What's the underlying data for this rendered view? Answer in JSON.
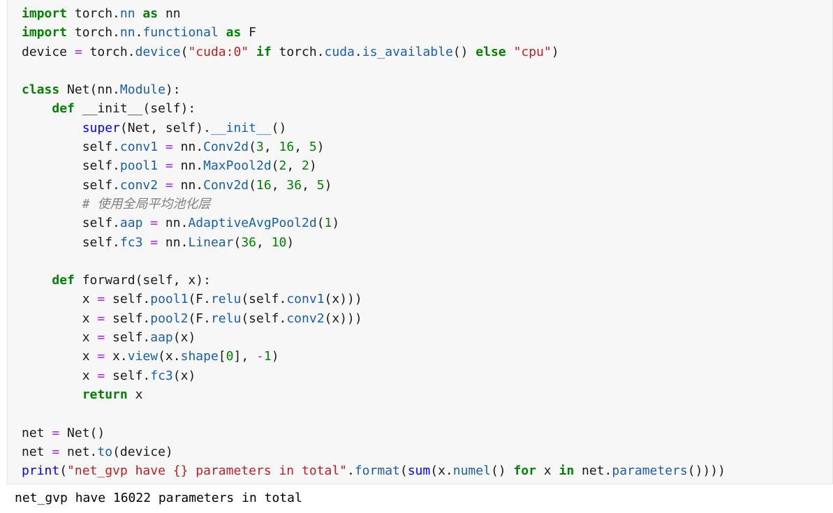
{
  "cell": {
    "lines": [
      "import torch.nn as nn",
      "import torch.nn.functional as F",
      "device = torch.device(\"cuda:0\" if torch.cuda.is_available() else \"cpu\")",
      "",
      "class Net(nn.Module):",
      "    def __init__(self):",
      "        super(Net, self).__init__()",
      "        self.conv1 = nn.Conv2d(3, 16, 5)",
      "        self.pool1 = nn.MaxPool2d(2, 2)",
      "        self.conv2 = nn.Conv2d(16, 36, 5)",
      "        # 使用全局平均池化层",
      "        self.aap = nn.AdaptiveAvgPool2d(1)",
      "        self.fc3 = nn.Linear(36, 10)",
      "",
      "    def forward(self, x):",
      "        x = self.pool1(F.relu(self.conv1(x)))",
      "        x = self.pool2(F.relu(self.conv2(x)))",
      "        x = self.aap(x)",
      "        x = x.view(x.shape[0], -1)",
      "        x = self.fc3(x)",
      "        return x",
      "",
      "net = Net()",
      "net = net.to(device)",
      "print(\"net_gvp have {} parameters in total\".format(sum(x.numel() for x in net.parameters())))"
    ]
  },
  "output": {
    "text": "net_gvp have 16022 parameters in total"
  },
  "colors": {
    "keyword": "#008000",
    "string": "#ba2121",
    "builtin": "#0000ff",
    "comment": "#808080",
    "cell_background": "#f7f7f7"
  }
}
